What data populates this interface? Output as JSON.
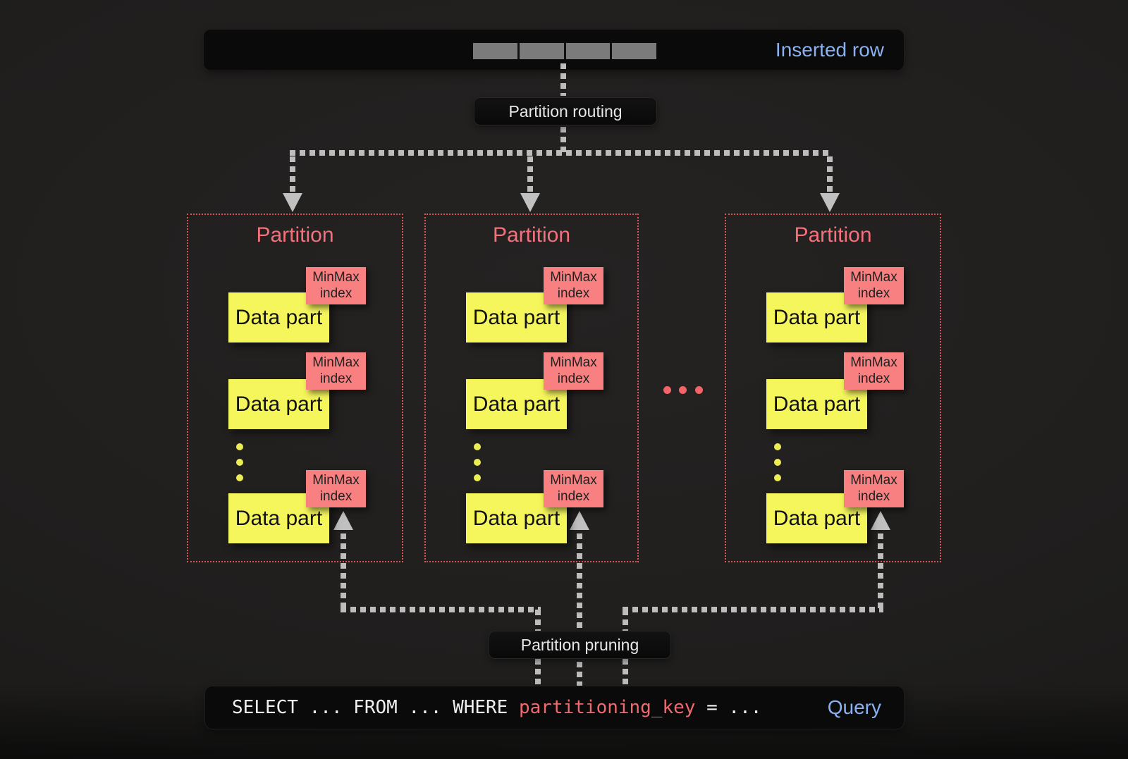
{
  "inserted_row": {
    "label": "Inserted row",
    "segment_count": 4
  },
  "routing": {
    "label": "Partition routing"
  },
  "pruning": {
    "label": "Partition pruning"
  },
  "labels": {
    "data_part": "Data part",
    "minmax_line1": "MinMax",
    "minmax_line2": "index"
  },
  "partitions": [
    {
      "title": "Partition",
      "data_parts": [
        "Data part",
        "Data part",
        "Data part"
      ]
    },
    {
      "title": "Partition",
      "data_parts": [
        "Data part",
        "Data part",
        "Data part"
      ]
    },
    {
      "title": "Partition",
      "data_parts": [
        "Data part",
        "Data part",
        "Data part"
      ]
    }
  ],
  "query": {
    "sql_prefix": "SELECT ... FROM ... WHERE ",
    "sql_key": "partitioning_key",
    "sql_suffix": " = ...",
    "label": "Query"
  },
  "colors": {
    "background": "#1f1e1d",
    "box_black": "#0a0a0a",
    "accent_blue": "#8ab2f0",
    "partition_title": "#f4717c",
    "partition_border": "#d75757",
    "minmax_red": "#f88080",
    "data_part_yellow": "#f5f55c",
    "sql_key_red": "#ef6a6e",
    "dash_gray": "#bdbdbd",
    "segment_gray": "#7b7b7b"
  }
}
